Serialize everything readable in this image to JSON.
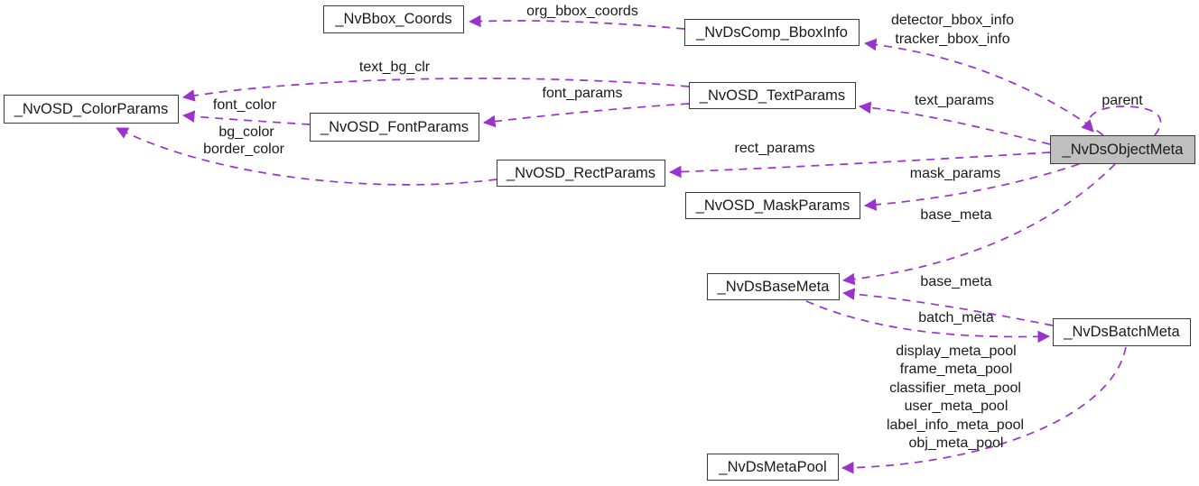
{
  "diagram": {
    "type": "doxygen-collaboration-graph",
    "colors": {
      "arrow": "#9a32cd",
      "node_border": "#3a3a3a",
      "node_fill": "#ffffff",
      "highlight_fill": "#bfbfbf",
      "text": "#1a1a1a"
    },
    "nodes": {
      "bbox_coords": {
        "label": "_NvBbox_Coords"
      },
      "comp_bboxinfo": {
        "label": "_NvDsComp_BboxInfo"
      },
      "color_params": {
        "label": "_NvOSD_ColorParams"
      },
      "font_params": {
        "label": "_NvOSD_FontParams"
      },
      "text_params": {
        "label": "_NvOSD_TextParams"
      },
      "rect_params": {
        "label": "_NvOSD_RectParams"
      },
      "mask_params": {
        "label": "_NvOSD_MaskParams"
      },
      "object_meta": {
        "label": "_NvDsObjectMeta",
        "highlighted": true
      },
      "base_meta": {
        "label": "_NvDsBaseMeta"
      },
      "batch_meta": {
        "label": "_NvDsBatchMeta"
      },
      "meta_pool": {
        "label": "_NvDsMetaPool"
      }
    },
    "edge_labels": {
      "org_bbox_coords": "org_bbox_coords",
      "detector_bbox_info": "detector_bbox_info",
      "tracker_bbox_info": "tracker_bbox_info",
      "text_bg_clr": "text_bg_clr",
      "font_params": "font_params",
      "font_color": "font_color",
      "bg_color": "bg_color",
      "border_color": "border_color",
      "text_params": "text_params",
      "parent": "parent",
      "rect_params": "rect_params",
      "mask_params": "mask_params",
      "base_meta_1": "base_meta",
      "base_meta_2": "base_meta",
      "batch_meta": "batch_meta",
      "display_meta_pool": "display_meta_pool",
      "frame_meta_pool": "frame_meta_pool",
      "classifier_meta_pool": "classifier_meta_pool",
      "user_meta_pool": "user_meta_pool",
      "label_info_meta_pool": "label_info_meta_pool",
      "obj_meta_pool": "obj_meta_pool"
    },
    "relations": [
      {
        "from": "_NvDsComp_BboxInfo",
        "member": "org_bbox_coords",
        "to": "_NvBbox_Coords"
      },
      {
        "from": "_NvDsObjectMeta",
        "member": "detector_bbox_info, tracker_bbox_info",
        "to": "_NvDsComp_BboxInfo"
      },
      {
        "from": "_NvOSD_TextParams",
        "member": "text_bg_clr",
        "to": "_NvOSD_ColorParams"
      },
      {
        "from": "_NvOSD_TextParams",
        "member": "font_params",
        "to": "_NvOSD_FontParams"
      },
      {
        "from": "_NvOSD_FontParams",
        "member": "font_color",
        "to": "_NvOSD_ColorParams"
      },
      {
        "from": "_NvOSD_RectParams",
        "member": "bg_color, border_color",
        "to": "_NvOSD_ColorParams"
      },
      {
        "from": "_NvDsObjectMeta",
        "member": "text_params",
        "to": "_NvOSD_TextParams"
      },
      {
        "from": "_NvDsObjectMeta",
        "member": "rect_params",
        "to": "_NvOSD_RectParams"
      },
      {
        "from": "_NvDsObjectMeta",
        "member": "mask_params",
        "to": "_NvOSD_MaskParams"
      },
      {
        "from": "_NvDsObjectMeta",
        "member": "base_meta",
        "to": "_NvDsBaseMeta"
      },
      {
        "from": "_NvDsBatchMeta",
        "member": "base_meta",
        "to": "_NvDsBaseMeta"
      },
      {
        "from": "_NvDsBaseMeta",
        "member": "batch_meta",
        "to": "_NvDsBatchMeta"
      },
      {
        "from": "_NvDsObjectMeta",
        "member": "parent",
        "to": "_NvDsObjectMeta"
      },
      {
        "from": "_NvDsBatchMeta",
        "member": "display_meta_pool, frame_meta_pool, classifier_meta_pool, user_meta_pool, label_info_meta_pool, obj_meta_pool",
        "to": "_NvDsMetaPool"
      }
    ]
  }
}
